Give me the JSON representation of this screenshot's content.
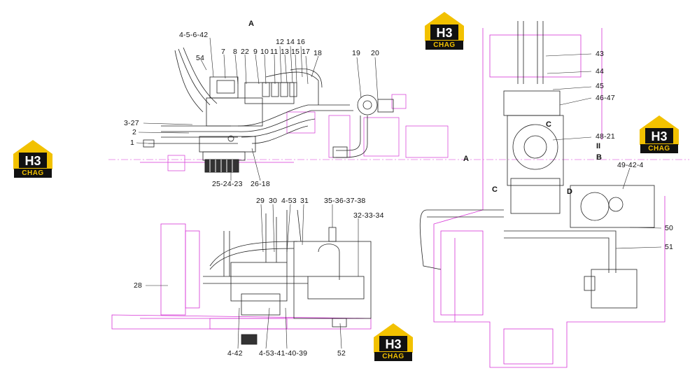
{
  "section_marks": {
    "a_top": "A",
    "a_right": "A",
    "b": "B",
    "c_1": "C",
    "c_2": "C",
    "d": "D",
    "ii": "II"
  },
  "watermark": {
    "text": "CHAG",
    "brand_color": "#f2c100",
    "dark_color": "#111111"
  },
  "colors": {
    "frame": "#d633d6",
    "drawing": "#222222"
  },
  "labels": {
    "l_4_5_6_42": "4-5-6-42",
    "l_54": "54",
    "l_7": "7",
    "l_8": "8",
    "l_22": "22",
    "l_9": "9",
    "l_10": "10",
    "l_11": "11",
    "l_12": "12",
    "l_13": "13",
    "l_14": "14",
    "l_15": "15",
    "l_16": "16",
    "l_17": "17",
    "l_18": "18",
    "l_19": "19",
    "l_20": "20",
    "l_3_27": "3-27",
    "l_2": "2",
    "l_1": "1",
    "l_25_24_23": "25-24-23",
    "l_26_18": "26-18",
    "l_29": "29",
    "l_30": "30",
    "l_4_53_31": "4-53",
    "l_31": "31",
    "l_35_38": "35-36-37-38",
    "l_32_34": "32-33-34",
    "l_28": "28",
    "l_4_42_b": "4-42",
    "l_4_53_39": "4-53-41-40-39",
    "l_52": "52",
    "l_43": "43",
    "l_44": "44",
    "l_45": "45",
    "l_46_47": "46-47",
    "l_48_21": "48-21",
    "l_49_42_4": "49-42-4",
    "l_50": "50",
    "l_51": "51"
  }
}
